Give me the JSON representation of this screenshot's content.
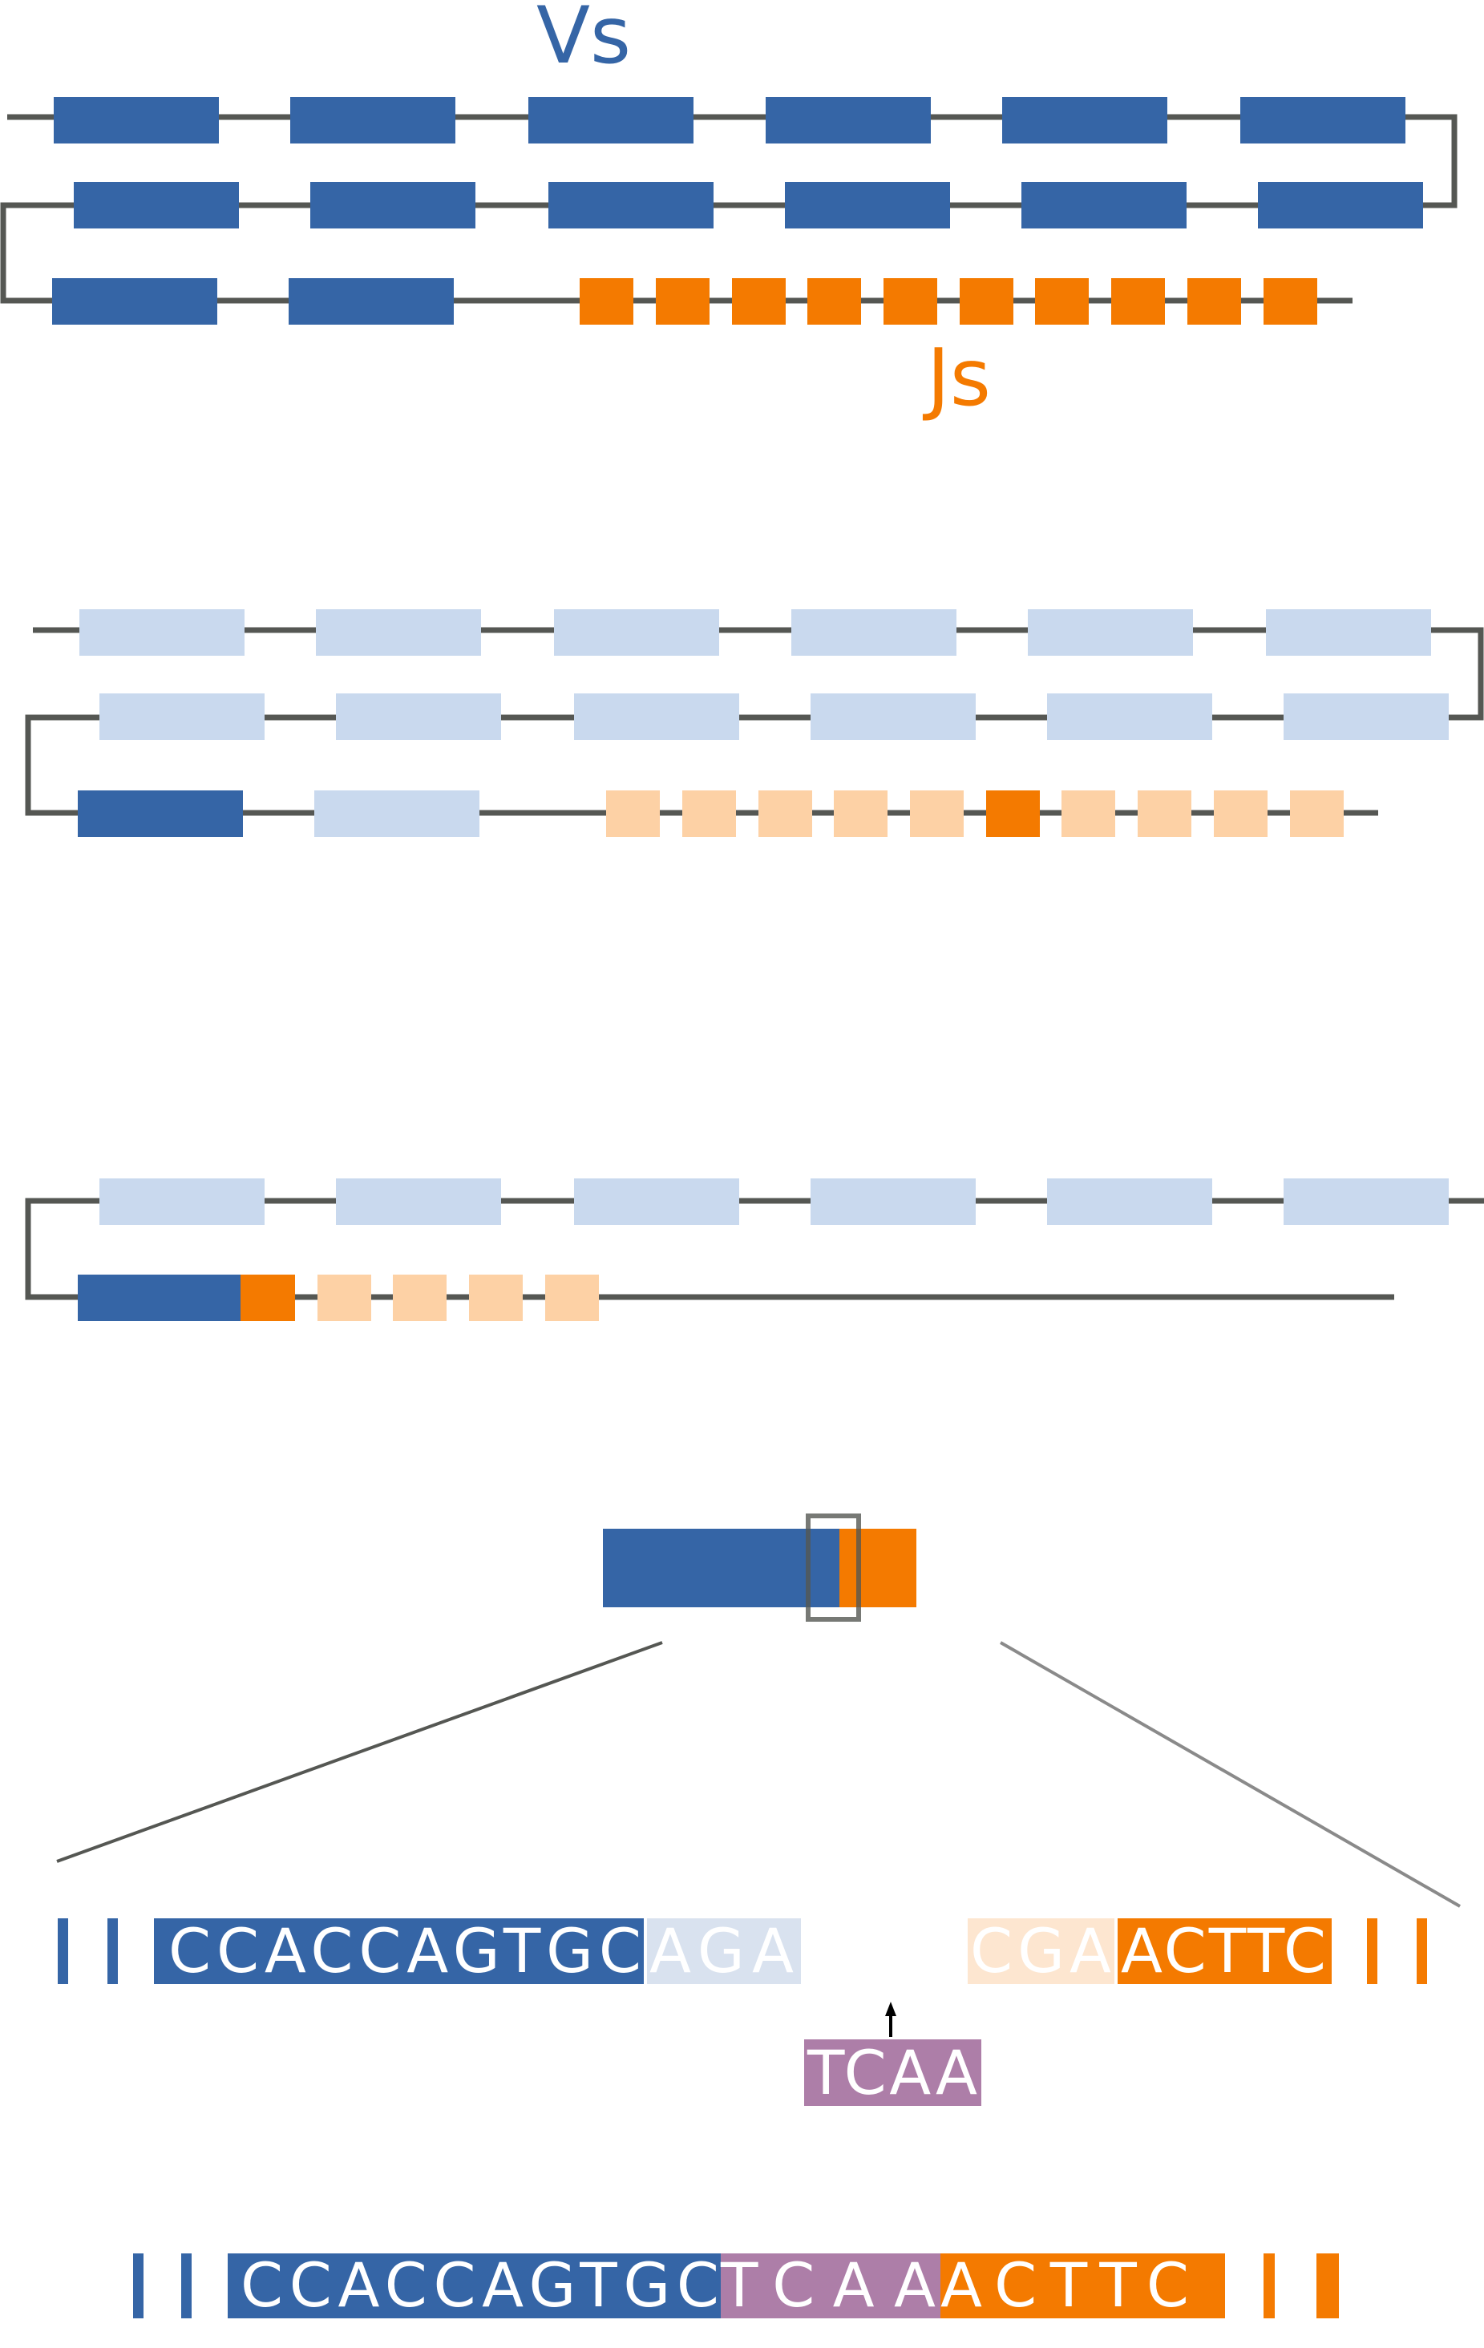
{
  "colors": {
    "v_segment": "#3565a6",
    "j_segment": "#f47a00",
    "v_faded": "#c9d9ee",
    "j_faded": "#fdd1a5",
    "v_trim": "#d9e2ef",
    "j_trim": "#fde6d0",
    "insertion": "#ad7ea8",
    "backbone": "#555753",
    "zoom_line_right": "#8a8a8a",
    "arrow": "#000000"
  },
  "labels": {
    "v_genes": "Vs",
    "j_genes": "Js"
  },
  "germline": {
    "v_segment_count": 14,
    "j_segment_count": 10
  },
  "recombination": {
    "selected_v_index": 12,
    "selected_j_index": 6
  },
  "junction": {
    "v_kept": "CCACCAGTGC",
    "v_trimmed": "AGA",
    "j_trimmed": "CGA",
    "j_kept": "ACTTC",
    "insertion": "TCAA"
  },
  "final_sequence": {
    "v_part": "CCACCAGTGC",
    "n_part": "TCAA",
    "j_part": "ACTTC"
  }
}
